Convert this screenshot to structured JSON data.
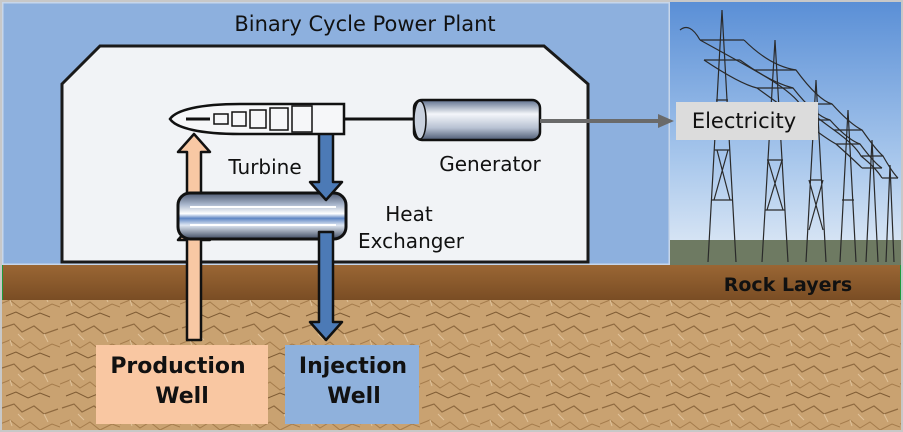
{
  "title": "Binary Cycle Power Plant",
  "labels": {
    "turbine": "Turbine",
    "generator": "Generator",
    "heat_exchanger_line1": "Heat",
    "heat_exchanger_line2": "Exchanger",
    "electricity": "Electricity",
    "rock_layers": "Rock Layers",
    "production_well_line1": "Production",
    "production_well_line2": "Well",
    "injection_well_line1": "Injection",
    "injection_well_line2": "Well"
  },
  "colors": {
    "sky_panel": "#8db0de",
    "plant_building": "#f1f3f6",
    "ground_band": "#8a5a2c",
    "rock": "#c9a271",
    "hot_fluid": "#f8c8a4",
    "cold_fluid": "#4c7ab6",
    "production_box": "#f9c7a2",
    "injection_box": "#8fb1dc"
  },
  "icons": {
    "turbine": "turbine-icon",
    "generator": "generator-icon",
    "heat_exchanger": "heat-exchanger-icon",
    "transmission_towers": "transmission-towers-photo"
  }
}
